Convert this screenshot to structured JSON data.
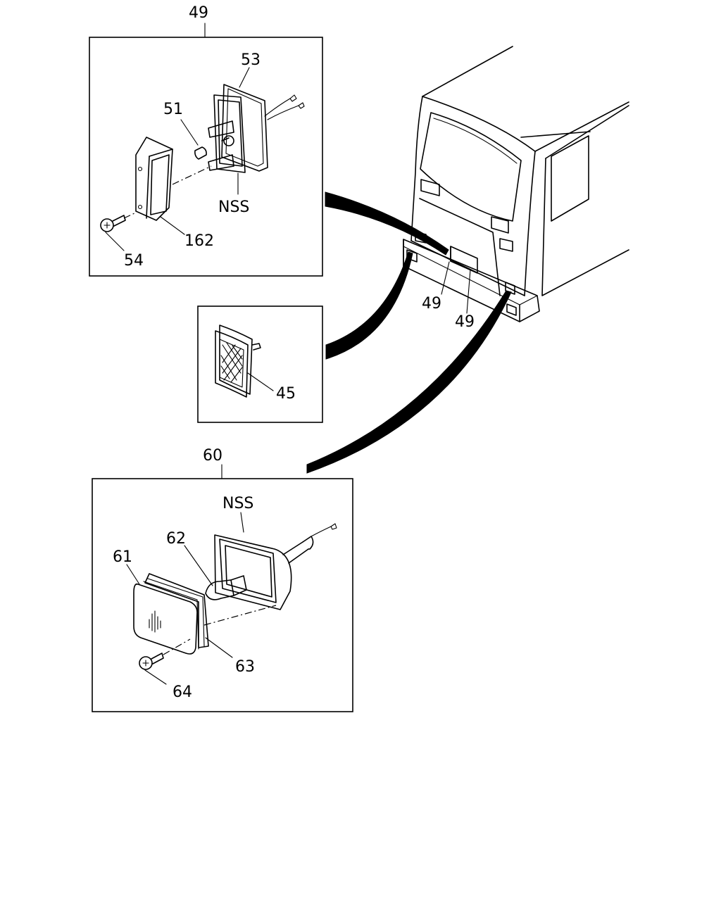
{
  "diagram": {
    "labels": {
      "assy_49_top": "49",
      "p53": "53",
      "p51": "51",
      "nss_top": "NSS",
      "p162": "162",
      "p54": "54",
      "truck_49_a": "49",
      "truck_49_b": "49",
      "p45": "45",
      "assy_60": "60",
      "nss_bottom": "NSS",
      "p62": "62",
      "p61": "61",
      "p63": "63",
      "p64": "64"
    }
  }
}
